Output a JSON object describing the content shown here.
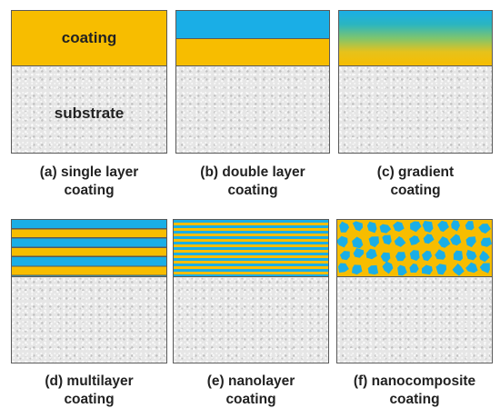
{
  "colors": {
    "coating": "#f7bd00",
    "top_layer": "#1aaee6",
    "substrate": "#e6e6e6",
    "border": "#5a5a5a"
  },
  "inner_labels": {
    "coating": "coating",
    "substrate": "substrate"
  },
  "panels": [
    {
      "caption_line1": "(a) single layer",
      "caption_line2": "coating"
    },
    {
      "caption_line1": "(b) double layer",
      "caption_line2": "coating"
    },
    {
      "caption_line1": "(c) gradient",
      "caption_line2": "coating"
    },
    {
      "caption_line1": "(d) multilayer",
      "caption_line2": "coating"
    },
    {
      "caption_line1": "(e) nanolayer",
      "caption_line2": "coating"
    },
    {
      "caption_line1": "(f) nanocomposite",
      "caption_line2": "coating"
    }
  ]
}
